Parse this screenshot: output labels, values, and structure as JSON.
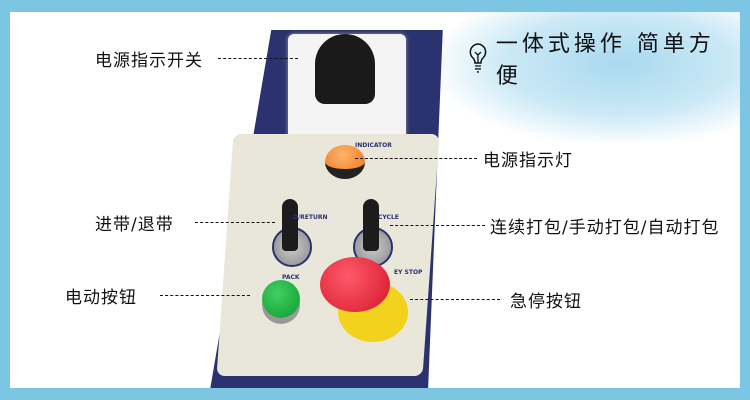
{
  "title": "一体式操作 简单方便",
  "panel_text": {
    "indicator": "INDICATOR",
    "return": "D/RETURN",
    "cycle": "CYCLE",
    "pack": "PACK",
    "estop": "EY STOP"
  },
  "labels": {
    "power_switch": "电源指示开关",
    "power_lamp": "电源指示灯",
    "feed_return": "进带/退带",
    "pack_mode": "连续打包/手动打包/自动打包",
    "electric_button": "电动按钮",
    "emergency_stop": "急停按钮"
  }
}
